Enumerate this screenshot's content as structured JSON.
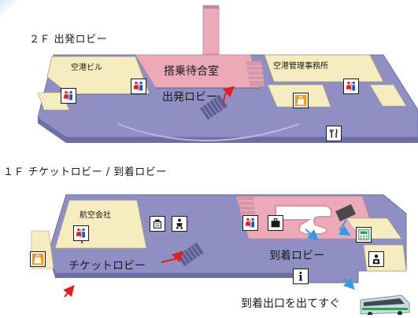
{
  "floors": {
    "upper": {
      "title": "２Ｆ 出発ロビー",
      "rooms": {
        "terminal_building": "空港ビル",
        "boarding_lounge": "搭乗待合室",
        "admin_office": "空港管理事務所",
        "departure_lobby": "出発ロビー"
      }
    },
    "lower": {
      "title": "１Ｆ チケットロビー / 到着ロビー",
      "rooms": {
        "airline": "航空会社",
        "ticket_lobby": "チケットロビー",
        "arrival_lobby": "到着ロビー"
      },
      "note": "到着出口を出てすぐ"
    }
  },
  "icons": {
    "restroom": "restroom-icon",
    "shop": "shop-icon",
    "restaurant": "restaurant-icon",
    "locker": "locker-icon",
    "nursery": "baby-care-icon",
    "baggage": "baggage-icon",
    "info": "information-icon",
    "atm": "atm-icon",
    "bus": "bus-icon",
    "phone": "phone-icon"
  },
  "colors": {
    "floor": "#8f8fc4",
    "floor_dark": "#6e6ea6",
    "secure": "#ecaab8",
    "room": "#f5ecbf",
    "wall": "#dcdcec",
    "arrow_red": "#e02020",
    "arrow_blue": "#2f9be0"
  }
}
